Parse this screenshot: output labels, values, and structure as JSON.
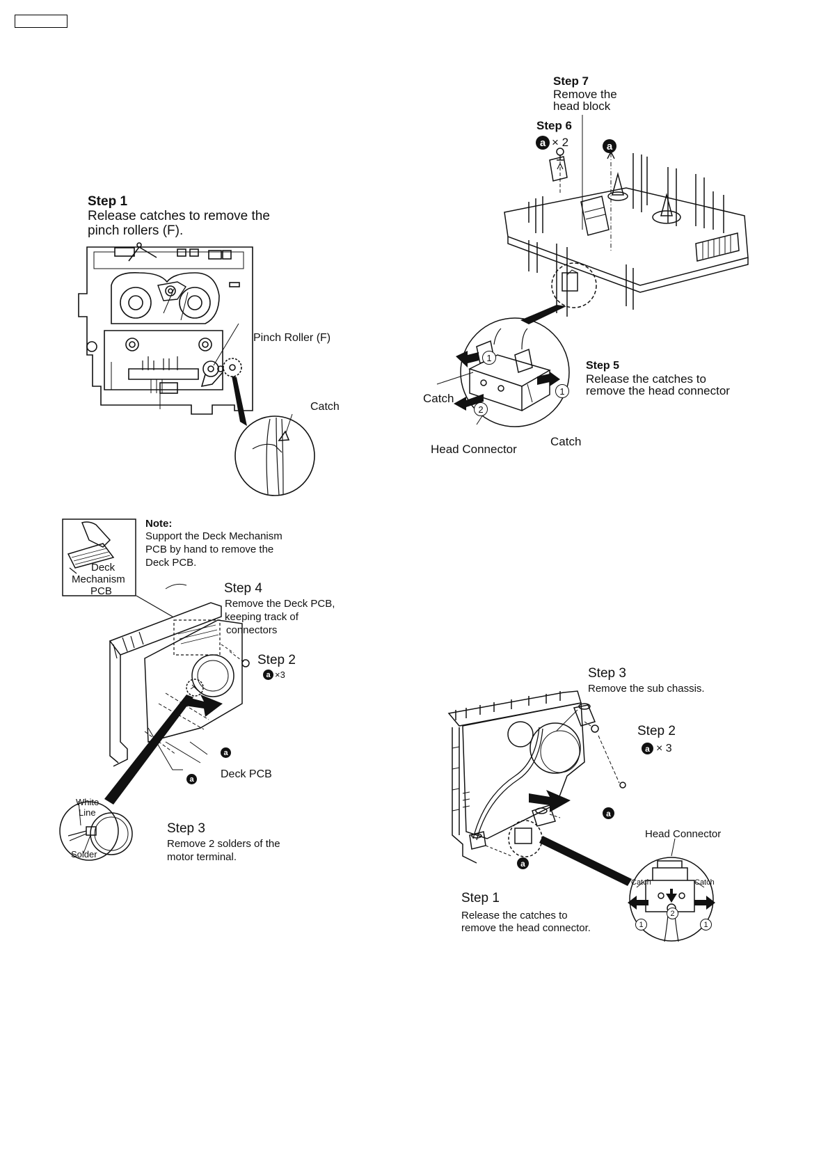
{
  "fig1": {
    "step1_title": "Step 1",
    "step1_line1": "Release catches to remove the",
    "step1_line2": "pinch rollers (F).",
    "pinch_roller_label": "Pinch Roller (F)",
    "catch_label": "Catch"
  },
  "fig2": {
    "step7_title": "Step 7",
    "step7_line1": "Remove the",
    "step7_line2": "head block",
    "step6_title": "Step 6",
    "screw_letter": "a",
    "step6_qty": "× 2",
    "step5_title": "Step 5",
    "step5_line1": "Release the catches to",
    "step5_line2": "remove the head connector",
    "catch_left": "Catch",
    "catch_right": "Catch",
    "head_connector_label": "Head Connector",
    "num1": "1",
    "num2": "2"
  },
  "fig3": {
    "note_title": "Note:",
    "note_line1": "Support the Deck Mechanism",
    "note_line2": "PCB by hand to remove the",
    "note_line3": "Deck PCB.",
    "inset_line1": "Deck",
    "inset_line2": "Mechanism",
    "inset_line3": "PCB",
    "step4_title": "Step 4",
    "step4_line1": "Remove the Deck PCB,",
    "step4_line2": "keeping track of",
    "step4_line3": "connectors",
    "step2_title": "Step 2",
    "step2_qty": "×3",
    "screw_letter": "a",
    "deck_pcb_label": "Deck PCB",
    "white_line_1": "White",
    "white_line_2": "Line",
    "solder_label": "Solder",
    "step3_title": "Step 3",
    "step3_line1": "Remove 2 solders of the",
    "step3_line2": "motor terminal."
  },
  "fig4": {
    "step3_title": "Step 3",
    "step3_line1": "Remove the sub chassis.",
    "step2_title": "Step 2",
    "step2_qty": "× 3",
    "screw_letter": "a",
    "head_connector_label": "Head Connector",
    "catch_left": "Catch",
    "catch_right": "Catch",
    "step1_title": "Step 1",
    "step1_line1": "Release the catches to",
    "step1_line2": "remove the head connector.",
    "num1": "1",
    "num2": "2"
  }
}
